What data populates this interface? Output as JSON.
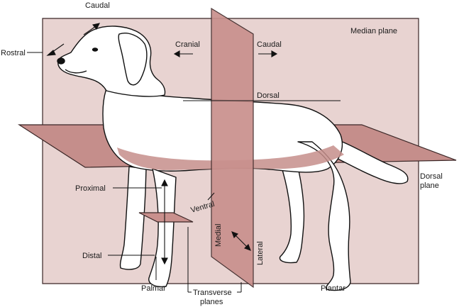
{
  "labels": {
    "caudal_top": "Caudal",
    "rostral": "Rostral",
    "cranial": "Cranial",
    "caudal_right": "Caudal",
    "median_plane": "Median plane",
    "dorsal_top": "Dorsal",
    "dorsal_plane_1": "Dorsal",
    "dorsal_plane_2": "plane",
    "proximal": "Proximal",
    "ventral": "Ventral",
    "distal": "Distal",
    "medial": "Medial",
    "lateral": "Lateral",
    "palmar": "Palmar",
    "transverse_1": "Transverse",
    "transverse_2": "planes",
    "plantar": "Plantar"
  },
  "colors": {
    "median_plane_fill": "#e8d3d1",
    "dorsal_plane_fill": "#c58e8b",
    "transverse_plane_fill": "#c9908d",
    "plane_edge": "#3a2626",
    "dog_fill": "#ffffff",
    "line": "#111111"
  }
}
